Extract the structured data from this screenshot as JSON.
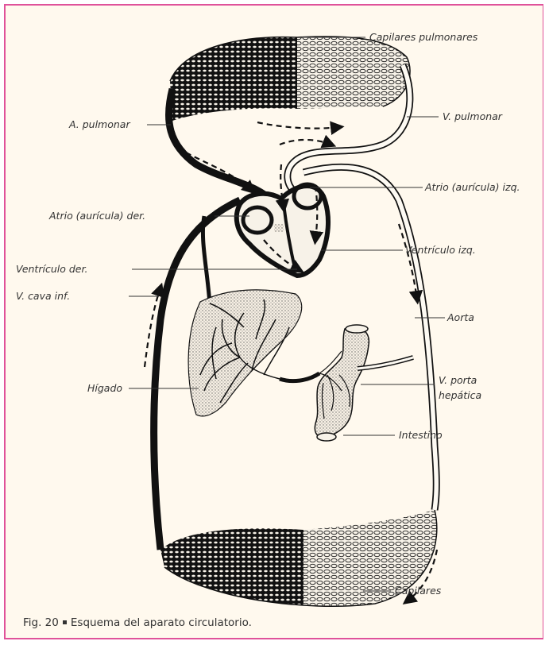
{
  "labels": {
    "capilares_pulmonares": "Capilares pulmonares",
    "a_pulmonar": "A. pulmonar",
    "v_pulmonar": "V. pulmonar",
    "atrio_izq": "Atrio (aurícula) izq.",
    "atrio_der": "Atrio (aurícula) der.",
    "ventriculo_izq": "Ventrículo izq.",
    "ventriculo_der": "Ventrículo der.",
    "v_cava_inf": "V. cava inf.",
    "aorta": "Aorta",
    "v_porta_1": "V. porta",
    "v_porta_2": "hepática",
    "higado": "Hígado",
    "intestino": "Intestino",
    "capilares": "Capilares"
  },
  "caption": {
    "fig": "Fig. 20",
    "text": "Esquema del aparato circulatorio."
  },
  "colors": {
    "frame_border": "#e0529a",
    "background": "#fff9ee",
    "ink": "#111111"
  }
}
